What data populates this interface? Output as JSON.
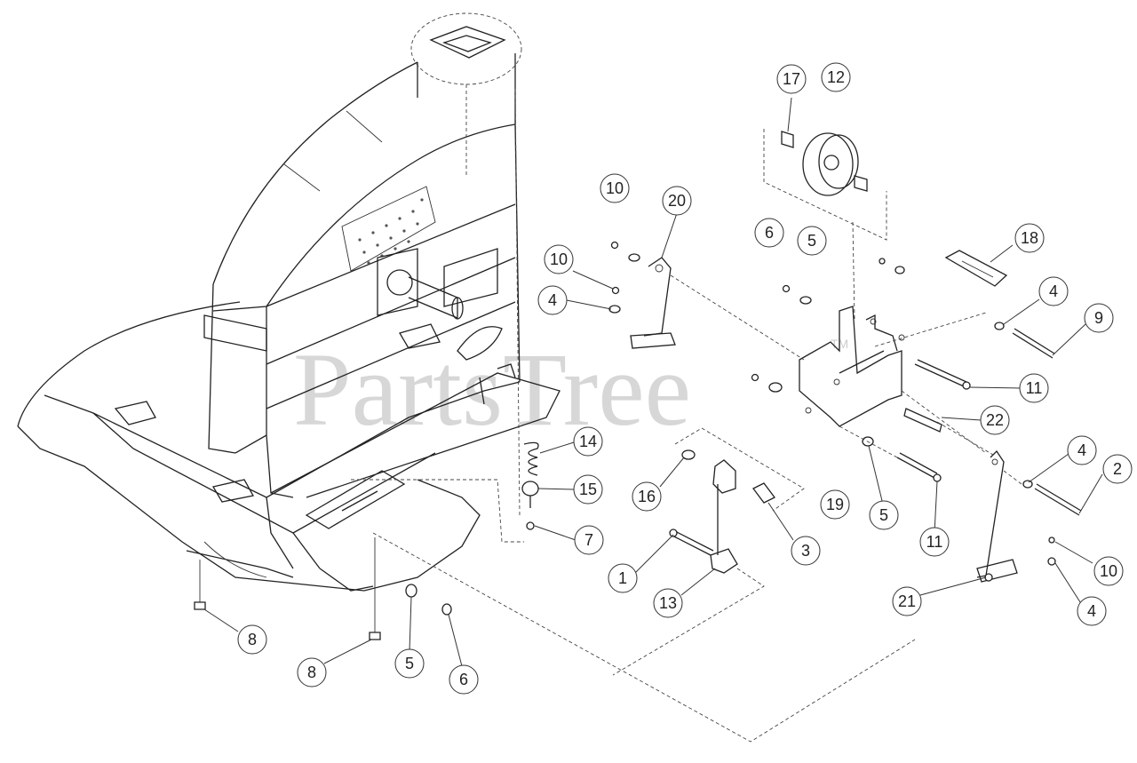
{
  "watermark": {
    "text": "PartsTree",
    "mark": "TM"
  },
  "callouts": [
    {
      "label": "17"
    },
    {
      "label": "12"
    },
    {
      "label": "10"
    },
    {
      "label": "20"
    },
    {
      "label": "6"
    },
    {
      "label": "5"
    },
    {
      "label": "18"
    },
    {
      "label": "10"
    },
    {
      "label": "4"
    },
    {
      "label": "4"
    },
    {
      "label": "9"
    },
    {
      "label": "11"
    },
    {
      "label": "14"
    },
    {
      "label": "22"
    },
    {
      "label": "15"
    },
    {
      "label": "16"
    },
    {
      "label": "19"
    },
    {
      "label": "5"
    },
    {
      "label": "11"
    },
    {
      "label": "4"
    },
    {
      "label": "2"
    },
    {
      "label": "7"
    },
    {
      "label": "3"
    },
    {
      "label": "1"
    },
    {
      "label": "13"
    },
    {
      "label": "10"
    },
    {
      "label": "21"
    },
    {
      "label": "4"
    },
    {
      "label": "8"
    },
    {
      "label": "8"
    },
    {
      "label": "5"
    },
    {
      "label": "6"
    }
  ]
}
